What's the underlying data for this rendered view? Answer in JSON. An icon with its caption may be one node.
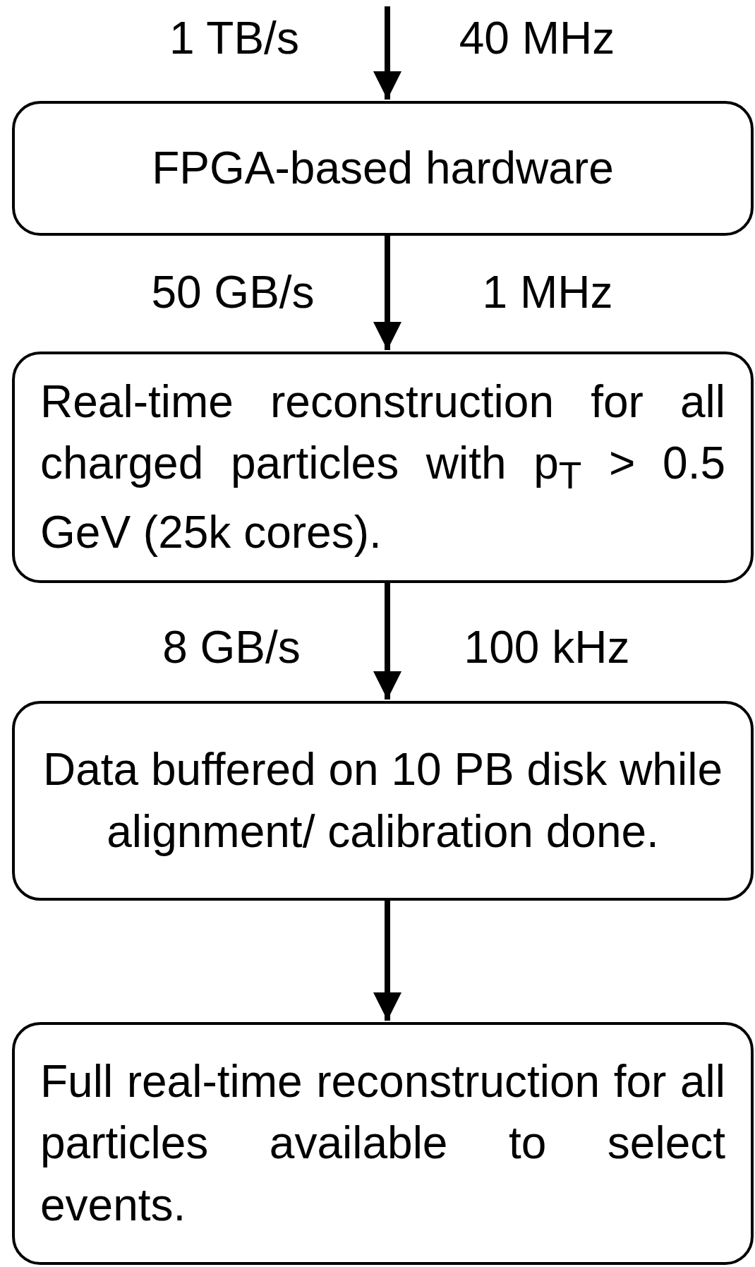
{
  "diagram": {
    "nodes": [
      {
        "text": [
          "FPGA-based hardware"
        ]
      },
      {
        "text": [
          "Real-time reconstruction for all charged particles with p$_{T}$ > 0.5 GeV (25k cores)."
        ]
      },
      {
        "text": [
          "Data buffered on 10 PB disk while alignment/ calibration done."
        ]
      },
      {
        "text": [
          "Full real-time reconstruction for all particles available to select events."
        ]
      }
    ],
    "edges": [
      {
        "from": null,
        "to": 0,
        "arrow": "to"
      },
      {
        "from": 0,
        "to": 1,
        "arrow": "to"
      },
      {
        "from": 1,
        "to": 2,
        "arrow": "to"
      },
      {
        "from": 2,
        "to": 3,
        "arrow": "to"
      }
    ],
    "labels": [
      "1 TB/s",
      "40 MHz",
      "50 GB/s",
      "1 MHz",
      "8 GB/s",
      "100 kHz"
    ]
  }
}
